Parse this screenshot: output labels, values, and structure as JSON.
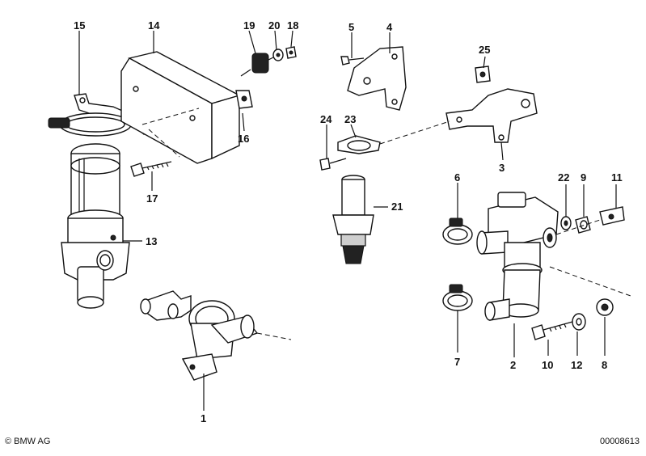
{
  "callouts": {
    "c1": "1",
    "c2": "2",
    "c3": "3",
    "c4": "4",
    "c5": "5",
    "c6": "6",
    "c7": "7",
    "c8": "8",
    "c9": "9",
    "c10": "10",
    "c11": "11",
    "c12": "12",
    "c13": "13",
    "c14": "14",
    "c15": "15",
    "c16": "16",
    "c17": "17",
    "c18": "18",
    "c19": "19",
    "c20": "20",
    "c21": "21",
    "c22": "22",
    "c23": "23",
    "c24": "24",
    "c25": "25"
  },
  "footer": {
    "brand": "BMW AG",
    "logo_glyph": "©",
    "diagram_number": "00008613"
  }
}
